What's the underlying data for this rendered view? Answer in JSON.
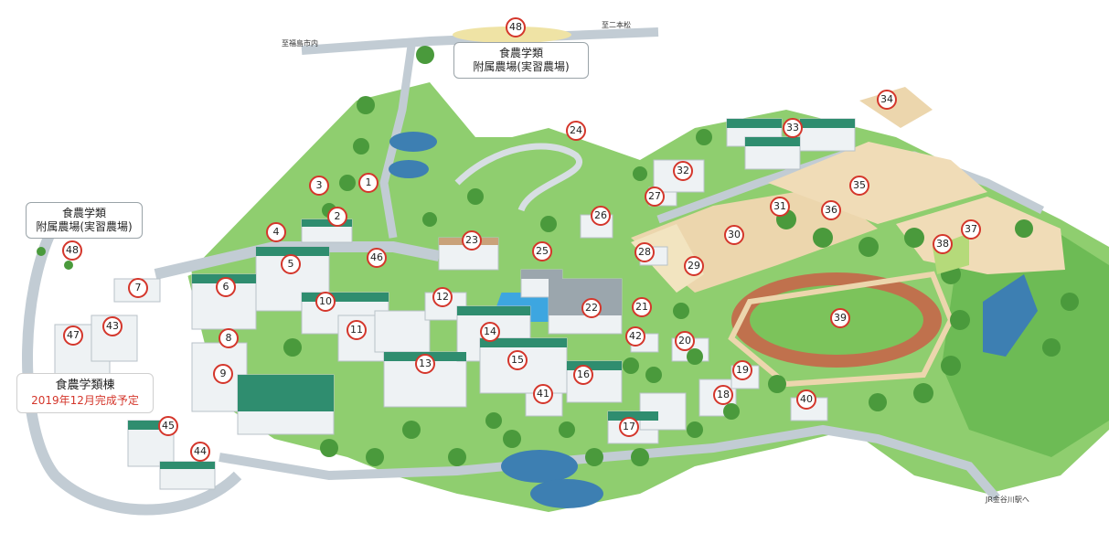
{
  "labels": {
    "farm_top_line1": "食農学類",
    "farm_top_line2": "附属農場(実習農場)",
    "farm_left_line1": "食農学類",
    "farm_left_line2": "附属農場(実習農場)",
    "new_building_title": "食農学類棟",
    "new_building_note": "2019年12月完成予定",
    "road_fukushima": "至福島市内",
    "road_nihonmatsu": "至二本松",
    "road_station": "JR金谷川駅へ"
  },
  "markers": [
    "1",
    "2",
    "3",
    "4",
    "5",
    "6",
    "7",
    "8",
    "9",
    "10",
    "11",
    "12",
    "13",
    "14",
    "15",
    "16",
    "17",
    "18",
    "19",
    "20",
    "21",
    "22",
    "23",
    "24",
    "25",
    "26",
    "27",
    "28",
    "29",
    "30",
    "31",
    "32",
    "33",
    "34",
    "35",
    "36",
    "37",
    "38",
    "39",
    "40",
    "41",
    "42",
    "43",
    "44",
    "45",
    "46",
    "47",
    "48-top",
    "48-left"
  ],
  "colors": {
    "grass": "#8fce6f",
    "tree": "#4a9a3c",
    "road": "#c2ccd4",
    "roof": "#2f8d6f",
    "wall": "#eef2f4",
    "track": "#c0714d",
    "field": "#ecd6ad",
    "water": "#3d7fb2",
    "pin_ring": "#d4362b"
  }
}
